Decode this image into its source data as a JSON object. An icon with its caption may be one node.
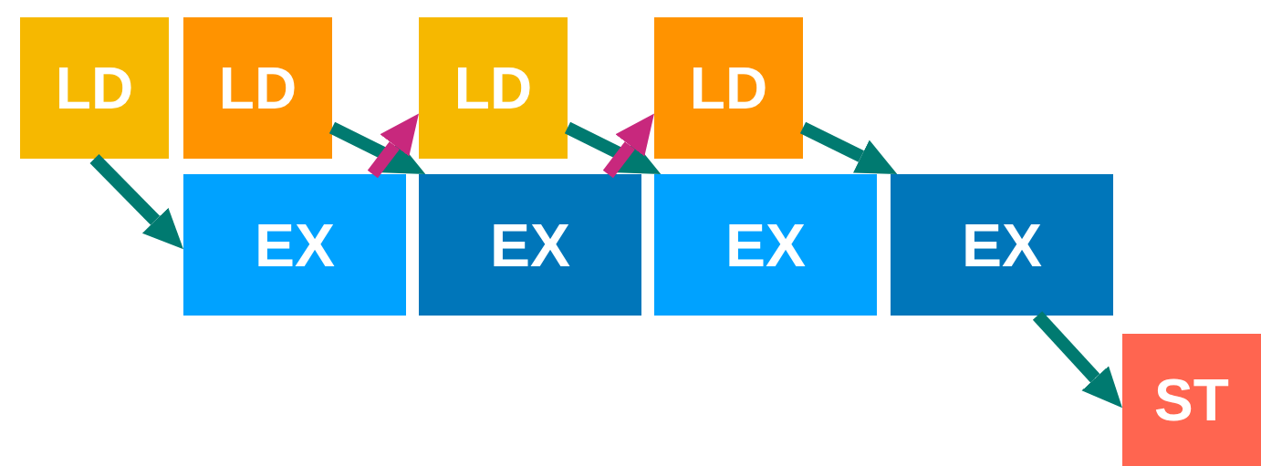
{
  "diagram": {
    "nodes": [
      {
        "text": [
          "LD"
        ]
      },
      {
        "text": [
          "LD"
        ]
      },
      {
        "text": [
          "LD"
        ]
      },
      {
        "text": [
          "LD"
        ]
      },
      {
        "text": [
          "EX"
        ]
      },
      {
        "text": [
          "EX"
        ]
      },
      {
        "text": [
          "EX"
        ]
      },
      {
        "text": [
          "EX"
        ]
      },
      {
        "text": [
          "ST"
        ]
      }
    ],
    "edges": [
      {
        "from": 0,
        "to": 4,
        "arrow": "to"
      },
      {
        "from": 1,
        "to": 5,
        "arrow": "to"
      },
      {
        "from": 4,
        "to": 2,
        "arrow": "to",
        "color": "#c8287d"
      },
      {
        "from": 2,
        "to": 6,
        "arrow": "to"
      },
      {
        "from": 5,
        "to": 3,
        "arrow": "to",
        "color": "#c8287d"
      },
      {
        "from": 3,
        "to": 7,
        "arrow": "to"
      },
      {
        "from": 7,
        "to": 8,
        "arrow": "to"
      }
    ]
  }
}
